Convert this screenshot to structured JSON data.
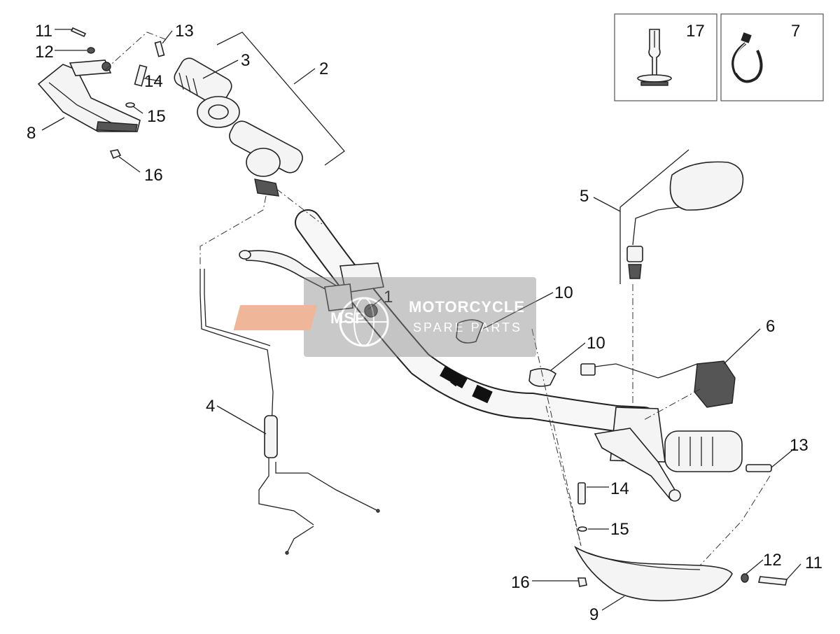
{
  "diagram": {
    "callouts": {
      "p1": "1",
      "p2": "2",
      "p3": "3",
      "p4": "4",
      "p5": "5",
      "p6": "6",
      "p7": "7",
      "p8": "8",
      "p9": "9",
      "p10a": "10",
      "p10b": "10",
      "p11a": "11",
      "p11b": "11",
      "p12a": "12",
      "p12b": "12",
      "p13a": "13",
      "p13b": "13",
      "p14a": "14",
      "p14b": "14",
      "p15a": "15",
      "p15b": "15",
      "p16a": "16",
      "p16b": "16",
      "p17": "17"
    },
    "inset": {
      "left_label": "17",
      "right_label": "7"
    }
  },
  "watermark": {
    "logo": "MSP",
    "title": "MOTORCYCLE",
    "subtitle": "SPARE PARTS"
  }
}
